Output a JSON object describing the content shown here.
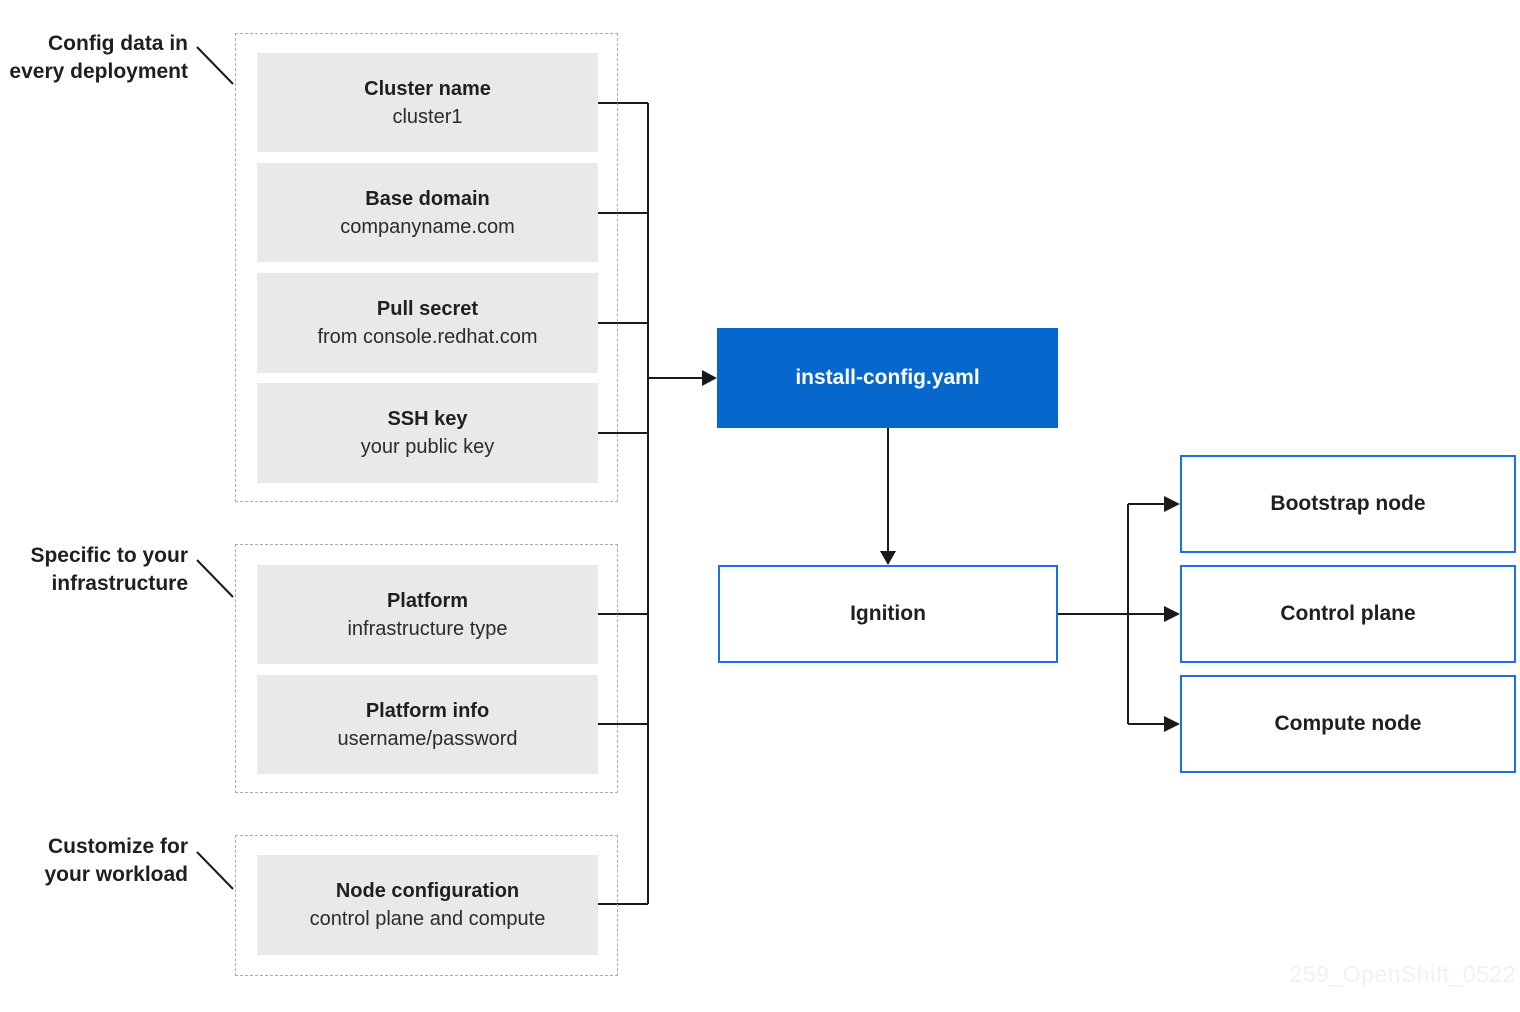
{
  "colors": {
    "accent_fill": "#0667cd",
    "accent_border": "#1b72de",
    "box_fill": "#e9e9e9",
    "dash_border": "#ababab",
    "line": "#1a1a1a",
    "text": "#1f1f1f",
    "watermark": "#f1f1f3"
  },
  "groups": [
    {
      "label": [
        "Config data in",
        "every deployment"
      ],
      "items": [
        {
          "title": "Cluster name",
          "subtitle": "cluster1"
        },
        {
          "title": "Base domain",
          "subtitle": "companyname.com"
        },
        {
          "title": "Pull secret",
          "subtitle": "from console.redhat.com"
        },
        {
          "title": "SSH key",
          "subtitle": "your public key"
        }
      ]
    },
    {
      "label": [
        "Specific to your",
        "infrastructure"
      ],
      "items": [
        {
          "title": "Platform",
          "subtitle": "infrastructure type"
        },
        {
          "title": "Platform info",
          "subtitle": "username/password"
        }
      ]
    },
    {
      "label": [
        "Customize for",
        "your workload"
      ],
      "items": [
        {
          "title": "Node configuration",
          "subtitle": "control plane and compute"
        }
      ]
    }
  ],
  "flow": {
    "install_config": "install-config.yaml",
    "ignition": "Ignition",
    "outputs": [
      "Bootstrap node",
      "Control plane",
      "Compute node"
    ]
  },
  "watermark": "259_OpenShift_0522"
}
